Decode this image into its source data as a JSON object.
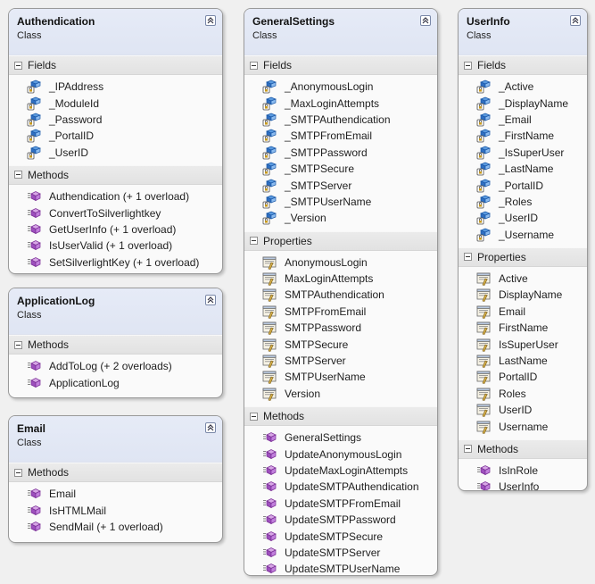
{
  "diagram": {
    "classes": [
      {
        "id": "authendication",
        "name": "Authendication",
        "type": "Class",
        "sections": [
          {
            "title": "Fields",
            "kind": "field",
            "icon": "field-icon",
            "items": [
              "_IPAddress",
              "_ModuleId",
              "_Password",
              "_PortalID",
              "_UserID"
            ]
          },
          {
            "title": "Methods",
            "kind": "method",
            "icon": "method-icon",
            "items": [
              "Authendication (+ 1 overload)",
              "ConvertToSilverlightkey",
              "GetUserInfo (+ 1 overload)",
              "IsUserValid (+ 1 overload)",
              "SetSilverlightKey (+ 1 overload)"
            ]
          }
        ]
      },
      {
        "id": "applicationlog",
        "name": "ApplicationLog",
        "type": "Class",
        "sections": [
          {
            "title": "Methods",
            "kind": "method",
            "icon": "method-icon",
            "items": [
              "AddToLog (+ 2 overloads)",
              "ApplicationLog"
            ]
          }
        ]
      },
      {
        "id": "email",
        "name": "Email",
        "type": "Class",
        "sections": [
          {
            "title": "Methods",
            "kind": "method",
            "icon": "method-icon",
            "items": [
              "Email",
              "IsHTMLMail",
              "SendMail (+ 1 overload)"
            ]
          }
        ]
      },
      {
        "id": "generalsettings",
        "name": "GeneralSettings",
        "type": "Class",
        "sections": [
          {
            "title": "Fields",
            "kind": "field",
            "icon": "field-icon",
            "items": [
              "_AnonymousLogin",
              "_MaxLoginAttempts",
              "_SMTPAuthendication",
              "_SMTPFromEmail",
              "_SMTPPassword",
              "_SMTPSecure",
              "_SMTPServer",
              "_SMTPUserName",
              "_Version"
            ]
          },
          {
            "title": "Properties",
            "kind": "property",
            "icon": "property-icon",
            "items": [
              "AnonymousLogin",
              "MaxLoginAttempts",
              "SMTPAuthendication",
              "SMTPFromEmail",
              "SMTPPassword",
              "SMTPSecure",
              "SMTPServer",
              "SMTPUserName",
              "Version"
            ]
          },
          {
            "title": "Methods",
            "kind": "method",
            "icon": "method-icon",
            "items": [
              "GeneralSettings",
              "UpdateAnonymousLogin",
              "UpdateMaxLoginAttempts",
              "UpdateSMTPAuthendication",
              "UpdateSMTPFromEmail",
              "UpdateSMTPPassword",
              "UpdateSMTPSecure",
              "UpdateSMTPServer",
              "UpdateSMTPUserName"
            ]
          }
        ]
      },
      {
        "id": "userinfo",
        "name": "UserInfo",
        "type": "Class",
        "sections": [
          {
            "title": "Fields",
            "kind": "field",
            "icon": "field-icon",
            "items": [
              "_Active",
              "_DisplayName",
              "_Email",
              "_FirstName",
              "_IsSuperUser",
              "_LastName",
              "_PortalID",
              "_Roles",
              "_UserID",
              "_Username"
            ]
          },
          {
            "title": "Properties",
            "kind": "property",
            "icon": "property-icon",
            "items": [
              "Active",
              "DisplayName",
              "Email",
              "FirstName",
              "IsSuperUser",
              "LastName",
              "PortalID",
              "Roles",
              "UserID",
              "Username"
            ]
          },
          {
            "title": "Methods",
            "kind": "method",
            "icon": "method-icon",
            "items": [
              "IsInRole",
              "UserInfo"
            ]
          }
        ]
      }
    ]
  }
}
